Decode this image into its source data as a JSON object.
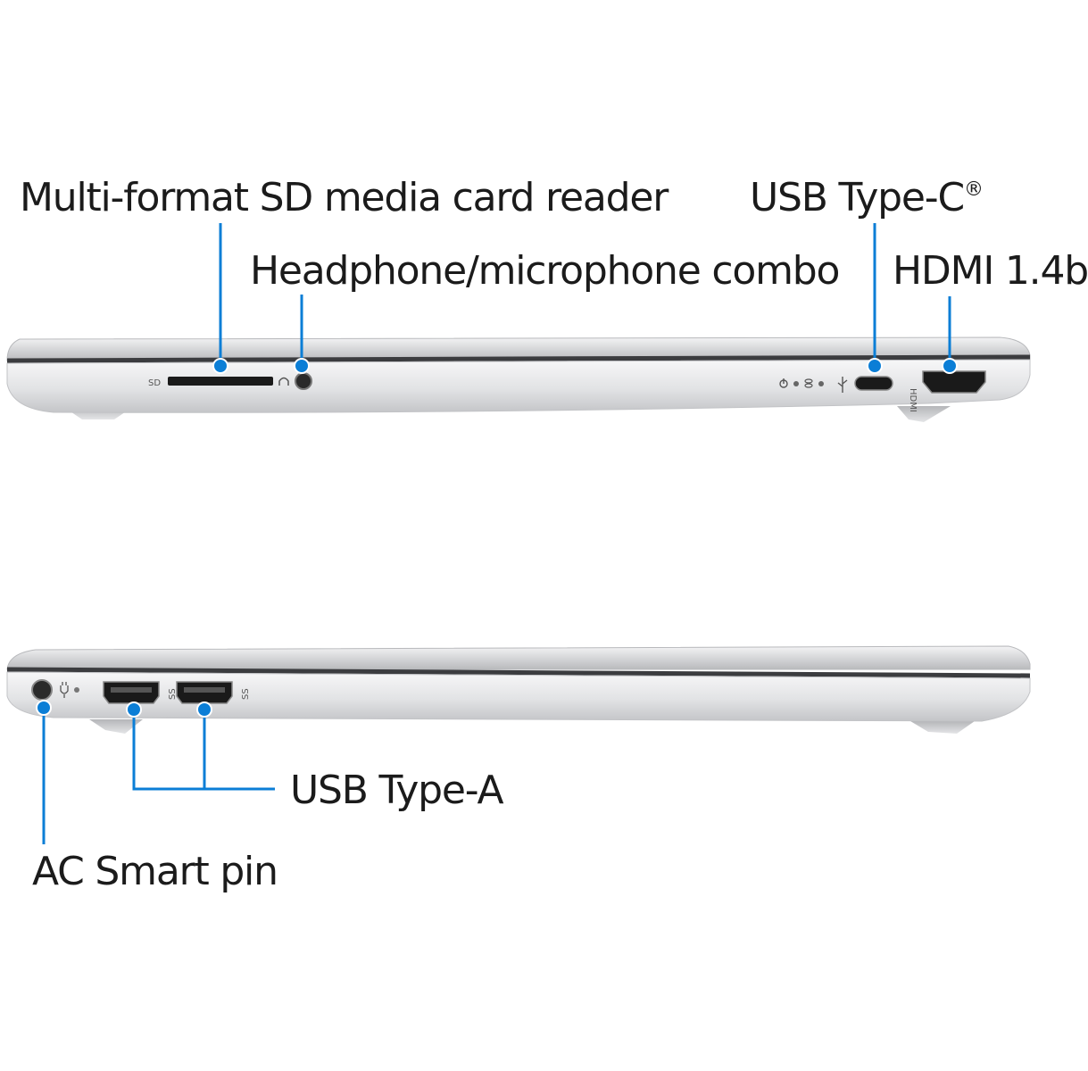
{
  "callouts": {
    "sd_reader": "Multi-format SD media card reader",
    "headphone": "Headphone/microphone combo",
    "usb_c": "USB Type-C",
    "usb_c_mark": "®",
    "hdmi": "HDMI 1.4b",
    "usb_a": "USB Type-A",
    "ac_pin": "AC Smart pin"
  },
  "port_markings": {
    "sd": "SD",
    "hdmi": "HDMI"
  },
  "colors": {
    "leader": "#0b7ed6",
    "chassis": "#d9dadc",
    "port": "#1a1a1a"
  },
  "icons": [
    "headphone-icon",
    "power-icon",
    "battery-led-icon",
    "drive-led-icon",
    "usb-icon",
    "ac-plug-icon",
    "superspeed-icon"
  ]
}
